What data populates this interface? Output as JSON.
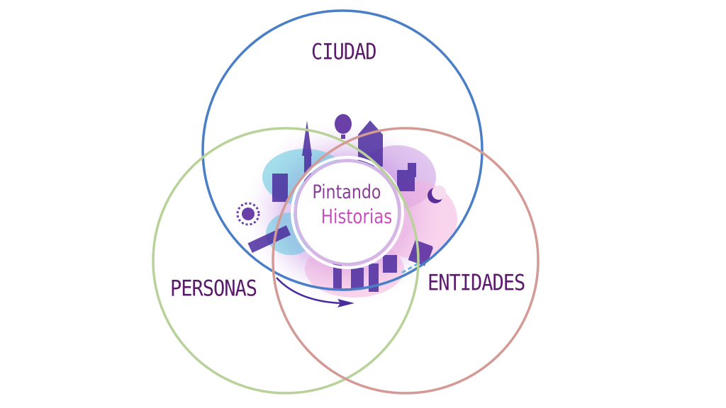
{
  "diagram": {
    "circles": [
      {
        "name": "ciudad",
        "label": "CIUDAD",
        "color": "#4a7fc8"
      },
      {
        "name": "personas",
        "label": "PERSONAS",
        "color": "#b9d29a"
      },
      {
        "name": "entidades",
        "label": "ENTIDADES",
        "color": "#d49a96"
      }
    ],
    "center_logo": {
      "line1": "Pintando",
      "line2": "Historias",
      "accent_colors": [
        "#6b2fa4",
        "#9b59c6",
        "#4fc3d9",
        "#f2a7d8"
      ],
      "icons": [
        "hot-air-balloon-icon",
        "moon-icon",
        "sun-icon",
        "airplane-icon",
        "bus-icon",
        "eiffel-tower-icon"
      ]
    }
  }
}
